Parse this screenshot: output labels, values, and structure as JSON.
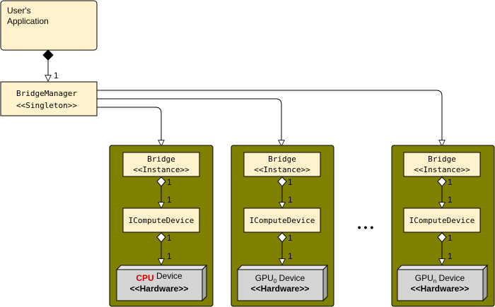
{
  "app": {
    "line1": "User's",
    "line2": "Application"
  },
  "manager": {
    "line1": "BridgeManager",
    "line2": "<<Singleton>>",
    "multiplicity": "1"
  },
  "columns": [
    {
      "bridge_line1": "Bridge",
      "bridge_line2": "<<Instance>>",
      "mult_top": "1",
      "mult_mid": "1",
      "mult_dev_top": "1",
      "mult_dev_bottom": "1",
      "interface": "IComputeDevice",
      "device_name_prefix": "CPU",
      "device_name_sub": "",
      "device_name_suffix": " Device",
      "device_line2": "<<Hardware>>"
    },
    {
      "bridge_line1": "Bridge",
      "bridge_line2": "<<Instance>>",
      "mult_top": "1",
      "mult_mid": "1",
      "mult_dev_top": "1",
      "mult_dev_bottom": "1",
      "interface": "IComputeDevice",
      "device_name_prefix": "GPU",
      "device_name_sub": "0",
      "device_name_suffix": " Device",
      "device_line2": "<<Hardware>>"
    },
    {
      "bridge_line1": "Bridge",
      "bridge_line2": "<<Instance>>",
      "mult_top": "1",
      "mult_mid": "1",
      "mult_dev_top": "1",
      "mult_dev_bottom": "1",
      "interface": "IComputeDevice",
      "device_name_prefix": "GPU",
      "device_name_sub": "n",
      "device_name_suffix": " Device",
      "device_line2": "<<Hardware>>"
    }
  ],
  "ellipsis": "• • •",
  "colors": {
    "box_fill": "#fff2cc",
    "olive": "#808000",
    "device_fill": "#d4d4d4",
    "cpu_red": "#d40000"
  }
}
